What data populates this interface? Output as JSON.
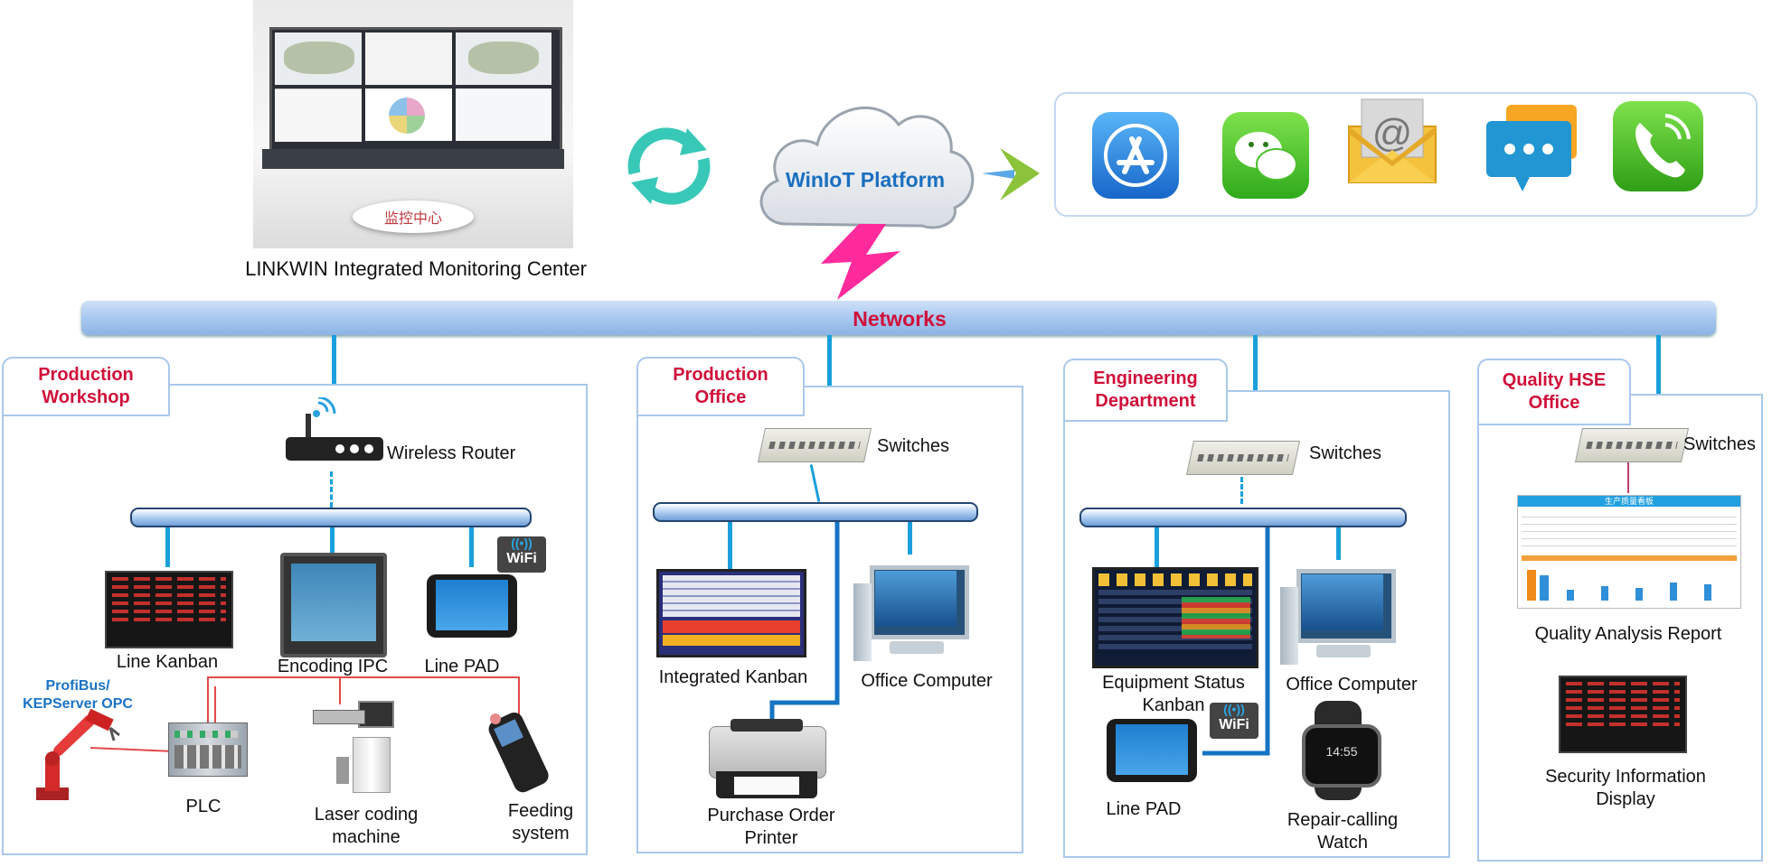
{
  "top": {
    "monitoring_label": "LINKWIN Integrated Monitoring Center",
    "monitor_screen_caption": "监控中心",
    "platform_label": "WinIoT Platform",
    "networks_label": "Networks"
  },
  "apps": [
    "app-store",
    "wechat",
    "email",
    "message",
    "phone"
  ],
  "sections": {
    "workshop": {
      "title": "Production\nWorkshop",
      "wireless_router": "Wireless Router",
      "line_kanban": "Line Kanban",
      "encoding_ipc": "Encoding IPC",
      "line_pad": "Line PAD",
      "profibus": "ProfiBus/\nKEPServer OPC",
      "plc": "PLC",
      "laser": "Laser coding\nmachine",
      "feeding": "Feeding\nsystem",
      "wifi": "WiFi"
    },
    "office": {
      "title": "Production\nOffice",
      "switches": "Switches",
      "integrated_kanban": "Integrated Kanban",
      "office_computer": "Office Computer",
      "printer": "Purchase Order\nPrinter"
    },
    "engineering": {
      "title": "Engineering\nDepartment",
      "switches": "Switches",
      "equipment_kanban": "Equipment Status\nKanban",
      "office_computer": "Office Computer",
      "line_pad": "Line PAD",
      "watch": "Repair-calling\nWatch",
      "wifi": "WiFi",
      "watch_time": "14:55"
    },
    "quality": {
      "title": "Quality HSE\nOffice",
      "switches": "Switches",
      "report": "Quality Analysis Report",
      "security": "Security Information\nDisplay",
      "report_header": "生产质量看板"
    }
  },
  "colors": {
    "accent_red": "#d0103a",
    "link_blue": "#1aa0dc",
    "platform_blue": "#1a6fc0",
    "panel_border": "#a9c8ec"
  }
}
